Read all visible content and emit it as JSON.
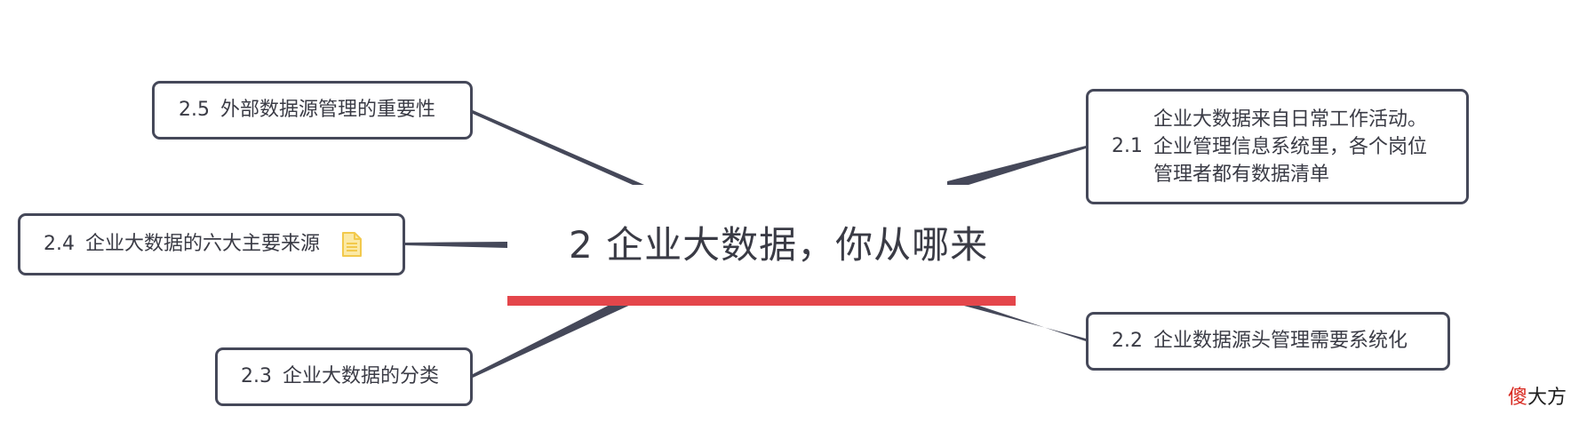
{
  "central": {
    "title": "2 企业大数据，你从哪来"
  },
  "nodes": {
    "n2_5": {
      "num": "2.5",
      "text": "外部数据源管理的重要性"
    },
    "n2_4": {
      "num": "2.4",
      "text": "企业大数据的六大主要来源",
      "icon": "note-icon"
    },
    "n2_3": {
      "num": "2.3",
      "text": "企业大数据的分类"
    },
    "n2_1": {
      "num": "2.1",
      "lines": [
        "企业大数据来自日常工作活动。",
        "企业管理信息系统里，各个岗位",
        "管理者都有数据清单"
      ]
    },
    "n2_2": {
      "num": "2.2",
      "text": "企业数据源头管理需要系统化"
    }
  },
  "watermark": {
    "first_char": "傻",
    "rest": "大方"
  },
  "colors": {
    "border": "#454859",
    "text": "#3a3b45",
    "accent_underline": "#e4464b",
    "note_icon": "#f2c94c",
    "watermark_red": "#d8281f"
  }
}
